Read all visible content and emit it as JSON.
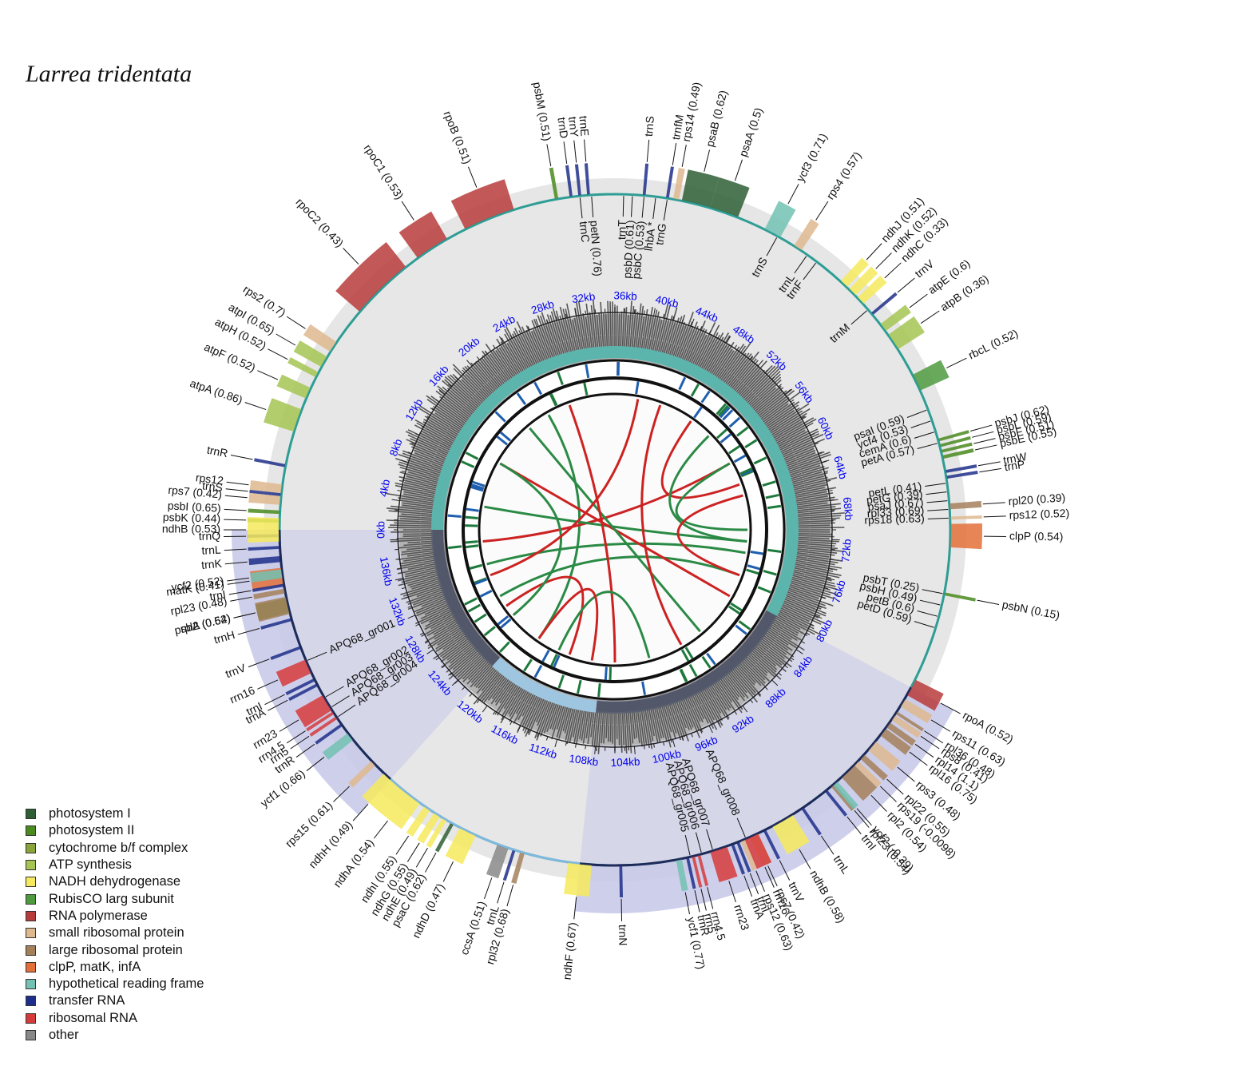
{
  "title": "Larrea tridentata",
  "colors": {
    "outer_ring": "#e6e6e6",
    "ir_shade": "#c5c7e8",
    "track": "#2e9d95",
    "ir_track": "#1f2a5a",
    "kb_label": "#0000ee",
    "gc_fill": "#555555",
    "lsc_ring": "#5bb5ad",
    "ir_ring": "#5b6170",
    "ssc_ring": "#9ec6e0",
    "repeat_forward": "#2a8a45",
    "repeat_palin": "#cc2222"
  },
  "legend": [
    {
      "label": "photosystem I",
      "color": "#2e5e34"
    },
    {
      "label": "photosystem II",
      "color": "#4a8a1e"
    },
    {
      "label": "cytochrome b/f complex",
      "color": "#8aa33a"
    },
    {
      "label": "ATP synthesis",
      "color": "#a5c452"
    },
    {
      "label": "NADH dehydrogenase",
      "color": "#f6ea5c"
    },
    {
      "label": "RubisCO larg subunit",
      "color": "#4e9a3e"
    },
    {
      "label": "RNA polymerase",
      "color": "#b83b3b"
    },
    {
      "label": "small ribosomal protein",
      "color": "#deb88e"
    },
    {
      "label": "large ribosomal protein",
      "color": "#a4805a"
    },
    {
      "label": "clpP, matK, infA",
      "color": "#e3703a"
    },
    {
      "label": "hypothetical reading frame",
      "color": "#72c1b3"
    },
    {
      "label": "transfer RNA",
      "color": "#1d2e8a"
    },
    {
      "label": "ribosomal RNA",
      "color": "#d63b3b"
    },
    {
      "label": "other",
      "color": "#888888"
    }
  ],
  "kb_ticks": [
    "4kb",
    "8kb",
    "12kb",
    "16kb",
    "20kb",
    "24kb",
    "28kb",
    "32kb",
    "36kb",
    "40kb",
    "44kb",
    "48kb",
    "52kb",
    "56kb",
    "60kb",
    "64kb",
    "68kb",
    "72kb",
    "76kb",
    "80kb",
    "84kb",
    "88kb",
    "92kb",
    "96kb",
    "100kb",
    "104kb",
    "108kb",
    "112kb",
    "116kb",
    "120kb",
    "124kb",
    "128kb",
    "132kb",
    "136kb",
    "0kb"
  ],
  "genes": [
    {
      "label": "rpoB (0.51)",
      "a": 338,
      "len": 9,
      "c": 6
    },
    {
      "label": "rpoC1 (0.53)",
      "a": 327,
      "len": 6,
      "c": 6
    },
    {
      "label": "rpoC2 (0.43)",
      "a": 316,
      "len": 11,
      "c": 6
    },
    {
      "label": "rps2 (0.7)",
      "a": 303,
      "len": 2,
      "c": 7
    },
    {
      "label": "atpI (0.65)",
      "a": 300,
      "len": 2,
      "c": 3
    },
    {
      "label": "atpH (0.52)",
      "a": 297.5,
      "len": 1,
      "c": 3
    },
    {
      "label": "atpF (0.52)",
      "a": 294,
      "len": 2,
      "c": 3
    },
    {
      "label": "atpA (0.86)",
      "a": 289,
      "len": 4,
      "c": 3
    },
    {
      "label": "trnR",
      "a": 281,
      "len": 0.5,
      "c": 11
    },
    {
      "label": "trnS",
      "a": 276,
      "len": 0.5,
      "c": 11
    },
    {
      "label": "psbI (0.65)",
      "a": 273,
      "len": 0.6,
      "c": 1
    },
    {
      "label": "psbK (0.44)",
      "a": 271.5,
      "len": 0.6,
      "c": 1
    },
    {
      "label": "trnQ",
      "a": 269,
      "len": 0.5,
      "c": 11
    },
    {
      "label": "trnK",
      "a": 265,
      "len": 1,
      "c": 11
    },
    {
      "label": "matK (0.41)",
      "a": 262,
      "len": 3,
      "c": 9
    },
    {
      "label": "psbA (0.62)",
      "a": 257,
      "len": 2.5,
      "c": 1
    },
    {
      "label": "trnH",
      "a": 254.5,
      "len": 0.5,
      "c": 11
    },
    {
      "label": "psbM (0.51)",
      "a": 350,
      "len": 0.6,
      "c": 1
    },
    {
      "label": "trnD",
      "a": 352.5,
      "len": 0.5,
      "c": 11
    },
    {
      "label": "trnY",
      "a": 354,
      "len": 0.5,
      "c": 11
    },
    {
      "label": "trnE",
      "a": 355.5,
      "len": 0.5,
      "c": 11
    },
    {
      "label": "trnS",
      "a": 5,
      "len": 0.5,
      "c": 11
    },
    {
      "label": "trnfM",
      "a": 9,
      "len": 0.5,
      "c": 11
    },
    {
      "label": "rps14 (0.49)",
      "a": 10.5,
      "len": 1,
      "c": 7
    },
    {
      "label": "psaB (0.62)",
      "a": 14,
      "len": 5,
      "c": 0
    },
    {
      "label": "psaA (0.5)",
      "a": 19,
      "len": 5,
      "c": 0
    },
    {
      "label": "ycf3 (0.71)",
      "a": 28,
      "len": 3,
      "c": 10
    },
    {
      "label": "rps4 (0.57)",
      "a": 33,
      "len": 1.5,
      "c": 7
    },
    {
      "label": "ndhJ (0.51)",
      "a": 43,
      "len": 1.5,
      "c": 4
    },
    {
      "label": "ndhK (0.52)",
      "a": 45,
      "len": 1.5,
      "c": 4
    },
    {
      "label": "ndhC (0.33)",
      "a": 47,
      "len": 1.5,
      "c": 4
    },
    {
      "label": "trnV",
      "a": 50,
      "len": 0.5,
      "c": 11
    },
    {
      "label": "atpE (0.6)",
      "a": 53,
      "len": 1.5,
      "c": 3
    },
    {
      "label": "atpB (0.36)",
      "a": 56,
      "len": 3,
      "c": 3
    },
    {
      "label": "rbcL (0.52)",
      "a": 64,
      "len": 3,
      "c": 5
    },
    {
      "label": "psbJ (0.62)",
      "a": 74.5,
      "len": 0.5,
      "c": 1
    },
    {
      "label": "psbL (0.59)",
      "a": 75.5,
      "len": 0.5,
      "c": 1
    },
    {
      "label": "psbF (0.51)",
      "a": 76.5,
      "len": 0.5,
      "c": 1
    },
    {
      "label": "psbE (0.55)",
      "a": 77.5,
      "len": 0.6,
      "c": 1
    },
    {
      "label": "trnW",
      "a": 80,
      "len": 0.5,
      "c": 11
    },
    {
      "label": "trnP",
      "a": 81,
      "len": 0.5,
      "c": 11
    },
    {
      "label": "rpl20 (0.39)",
      "a": 86,
      "len": 1,
      "c": 8
    },
    {
      "label": "rps12 (0.52)",
      "a": 88,
      "len": 0.5,
      "c": 7
    },
    {
      "label": "clpP (0.54)",
      "a": 91,
      "len": 4,
      "c": 9
    },
    {
      "label": "psbN (0.15)",
      "a": 101,
      "len": 0.5,
      "c": 1
    },
    {
      "label": "rpoA (0.52)",
      "a": 118,
      "len": 3,
      "c": 6
    },
    {
      "label": "rps11 (0.63)",
      "a": 121,
      "len": 1.5,
      "c": 7
    },
    {
      "label": "rpl36 (0.48)",
      "a": 123,
      "len": 0.5,
      "c": 8
    },
    {
      "label": "rps8 (0.41)",
      "a": 124,
      "len": 1,
      "c": 7
    },
    {
      "label": "rpl14 (1.1)",
      "a": 125.5,
      "len": 1,
      "c": 8
    },
    {
      "label": "rpl16 (0.75)",
      "a": 127,
      "len": 1.5,
      "c": 8
    },
    {
      "label": "rps3 (0.48)",
      "a": 130,
      "len": 2,
      "c": 7
    },
    {
      "label": "rpl22 (0.55)",
      "a": 132.5,
      "len": 1,
      "c": 8
    },
    {
      "label": "rps19 (-0.0098)",
      "a": 134,
      "len": 1,
      "c": 7
    },
    {
      "label": "rpl2 (0.54)",
      "a": 136,
      "len": 3,
      "c": 8
    },
    {
      "label": "rpl23 (0.54)",
      "a": 139.5,
      "len": 0.8,
      "c": 8
    },
    {
      "label": "trnI",
      "a": 141,
      "len": 0.5,
      "c": 11
    },
    {
      "label": "trnL",
      "a": 146,
      "len": 0.5,
      "c": 11
    },
    {
      "label": "ndhB (0.58)",
      "a": 150,
      "len": 4,
      "c": 4
    },
    {
      "label": "rps7 (0.42)",
      "a": 155.5,
      "len": 1.5,
      "c": 7
    },
    {
      "label": "rps12 (0.63)",
      "a": 157.5,
      "len": 1,
      "c": 7
    },
    {
      "label": "trnN",
      "a": 179,
      "len": 0.5,
      "c": 11
    },
    {
      "label": "ndhF (0.67)",
      "a": 186,
      "len": 4,
      "c": 4
    },
    {
      "label": "rpl32 (0.68)",
      "a": 196,
      "len": 0.8,
      "c": 8
    },
    {
      "label": "trnL",
      "a": 197.5,
      "len": 0.5,
      "c": 11
    },
    {
      "label": "ccsA (0.51)",
      "a": 199.5,
      "len": 2,
      "c": 13
    },
    {
      "label": "ndhD (0.47)",
      "a": 206,
      "len": 3,
      "c": 4
    },
    {
      "label": "psaC (0.62)",
      "a": 209,
      "len": 0.6,
      "c": 0
    },
    {
      "label": "ndhE (0.49)",
      "a": 210.5,
      "len": 0.8,
      "c": 4
    },
    {
      "label": "ndhG (0.55)",
      "a": 212,
      "len": 1.2,
      "c": 4
    },
    {
      "label": "ndhI (0.55)",
      "a": 214,
      "len": 1.2,
      "c": 4
    },
    {
      "label": "ndhA (0.54)",
      "a": 218,
      "len": 5,
      "c": 4
    },
    {
      "label": "ndhH (0.49)",
      "a": 222,
      "len": 3,
      "c": 4
    },
    {
      "label": "rps15 (0.61)",
      "a": 226,
      "len": 1,
      "c": 7
    },
    {
      "label": "ycf1 (0.66)",
      "a": 232,
      "len": 1.5,
      "c": 10
    },
    {
      "label": "trnR",
      "a": 234.5,
      "len": 0.5,
      "c": 11
    },
    {
      "label": "rrn5",
      "a": 236,
      "len": 0.5,
      "c": 12
    },
    {
      "label": "rrn4.5",
      "a": 237,
      "len": 0.5,
      "c": 12
    },
    {
      "label": "rrn23",
      "a": 239,
      "len": 3,
      "c": 12
    },
    {
      "label": "trnA",
      "a": 242.5,
      "len": 0.5,
      "c": 11
    },
    {
      "label": "trnI",
      "a": 243.5,
      "len": 0.5,
      "c": 11
    },
    {
      "label": "rrn16",
      "a": 246,
      "len": 2.5,
      "c": 12
    },
    {
      "label": "trnV",
      "a": 249.5,
      "len": 0.5,
      "c": 11
    },
    {
      "label": "ycf2 (0.52)",
      "a": 262.5,
      "len": 1.5,
      "c": 10
    },
    {
      "label": "trnL",
      "a": 267,
      "len": 0.5,
      "c": 11
    },
    {
      "label": "ndhB (0.53)",
      "a": 270,
      "len": 4,
      "c": 4
    },
    {
      "label": "rps7 (0.42)",
      "a": 275,
      "len": 1.5,
      "c": 7
    },
    {
      "label": "rps12",
      "a": 277,
      "len": 1.5,
      "c": 7
    },
    {
      "label": "rpl2 (0.54)",
      "a": 257,
      "len": 3,
      "c": 8
    },
    {
      "label": "rpl23 (0.48)",
      "a": 259.5,
      "len": 0.8,
      "c": 8
    },
    {
      "label": "trnI",
      "a": 260.5,
      "len": 0.5,
      "c": 11
    },
    {
      "label": "ycf2 (-0.39)",
      "a": 139,
      "len": 1,
      "c": 10
    },
    {
      "label": "ycf1 (0.77)",
      "a": 169,
      "len": 1,
      "c": 10
    },
    {
      "label": "trnR",
      "a": 167.5,
      "len": 0.5,
      "c": 11
    },
    {
      "label": "rrn5",
      "a": 166.5,
      "len": 0.5,
      "c": 12
    },
    {
      "label": "rrn4.5",
      "a": 165.5,
      "len": 0.5,
      "c": 12
    },
    {
      "label": "rrn23",
      "a": 162,
      "len": 3,
      "c": 12
    },
    {
      "label": "trnA",
      "a": 159.5,
      "len": 0.5,
      "c": 11
    },
    {
      "label": "trnI",
      "a": 158.5,
      "len": 0.5,
      "c": 11
    },
    {
      "label": "rrn16",
      "a": 156,
      "len": 2.5,
      "c": 12
    },
    {
      "label": "trnV",
      "a": 153.5,
      "len": 0.5,
      "c": 11
    }
  ],
  "inner_labels": [
    {
      "label": "trnT",
      "a": 1.5
    },
    {
      "label": "psbD (0.61)",
      "a": 3
    },
    {
      "label": "psbC (0.53)",
      "a": 5
    },
    {
      "label": "lhbA *",
      "a": 7
    },
    {
      "label": "trnG",
      "a": 9
    },
    {
      "label": "petN (0.76)",
      "a": 356
    },
    {
      "label": "trnC",
      "a": 354
    },
    {
      "label": "trnS",
      "a": 29
    },
    {
      "label": "trnL",
      "a": 35
    },
    {
      "label": "trnF",
      "a": 37
    },
    {
      "label": "trnM",
      "a": 49
    },
    {
      "label": "psaI (0.59)",
      "a": 69
    },
    {
      "label": "ycf4 (0.53)",
      "a": 71
    },
    {
      "label": "cemA (0.6)",
      "a": 73
    },
    {
      "label": "petA (0.57)",
      "a": 75
    },
    {
      "label": "petL (0.41)",
      "a": 82
    },
    {
      "label": "petG (0.39)",
      "a": 83.5
    },
    {
      "label": "psaJ (0.67)",
      "a": 85
    },
    {
      "label": "rpl33 (0.69)",
      "a": 86.5
    },
    {
      "label": "rps18 (0.63)",
      "a": 88
    },
    {
      "label": "psbT (0.25)",
      "a": 101
    },
    {
      "label": "psbH (0.49)",
      "a": 103
    },
    {
      "label": "petB (0.6)",
      "a": 105
    },
    {
      "label": "petD (0.59)",
      "a": 107
    },
    {
      "label": "APQ68_gr001",
      "a": 247
    },
    {
      "label": "APQ68_gr002",
      "a": 240
    },
    {
      "label": "APQ68_gr003",
      "a": 238
    },
    {
      "label": "APQ68_gr004",
      "a": 236
    },
    {
      "label": "APQ68_gr005",
      "a": 167
    },
    {
      "label": "APQ68_gr006",
      "a": 165
    },
    {
      "label": "APQ68_gr007",
      "a": 163
    },
    {
      "label": "APQ68_gr008",
      "a": 157
    }
  ],
  "repeats": [
    {
      "from": 215,
      "to": 330,
      "k": "f"
    },
    {
      "from": 240,
      "to": 110,
      "k": "f"
    },
    {
      "from": 255,
      "to": 100,
      "k": "f"
    },
    {
      "from": 265,
      "to": 60,
      "k": "p"
    },
    {
      "from": 280,
      "to": 95,
      "k": "f"
    },
    {
      "from": 300,
      "to": 120,
      "k": "p"
    },
    {
      "from": 320,
      "to": 140,
      "k": "f"
    },
    {
      "from": 340,
      "to": 180,
      "k": "p"
    },
    {
      "from": 20,
      "to": 150,
      "k": "p"
    },
    {
      "from": 35,
      "to": 70,
      "k": "p"
    },
    {
      "from": 45,
      "to": 95,
      "k": "f"
    },
    {
      "from": 60,
      "to": 90,
      "k": "f"
    },
    {
      "from": 200,
      "to": 235,
      "k": "p"
    },
    {
      "from": 165,
      "to": 205,
      "k": "f"
    },
    {
      "from": 190,
      "to": 215,
      "k": "p"
    },
    {
      "from": 230,
      "to": 300,
      "k": "f"
    },
    {
      "from": 75,
      "to": 110,
      "k": "p"
    },
    {
      "from": 250,
      "to": 10,
      "k": "p"
    }
  ]
}
